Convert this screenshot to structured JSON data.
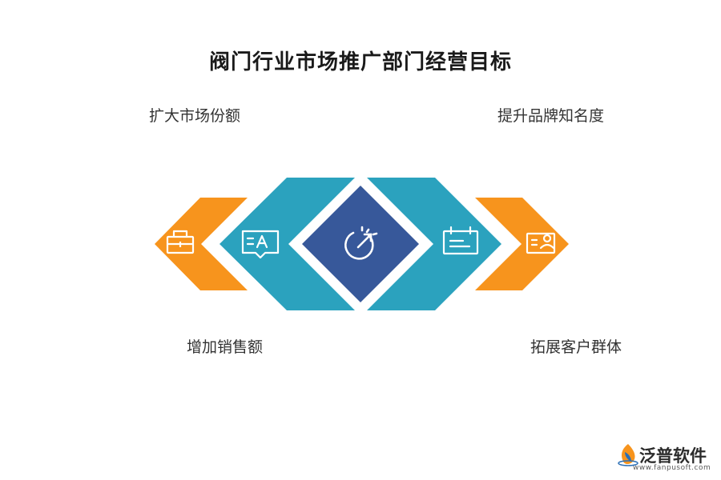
{
  "title": "阀门行业市场推广部门经营目标",
  "goals": {
    "top_left": "扩大市场份额",
    "top_right": "提升品牌知名度",
    "bottom_left": "增加销售额",
    "bottom_right": "拓展客户群体"
  },
  "icons": {
    "far_left": "briefcase-icon",
    "left": "message-text-icon",
    "center": "target-arrow-icon",
    "right": "calendar-icon",
    "far_right": "user-profile-icon"
  },
  "colors": {
    "orange": "#F7941D",
    "teal": "#2BA2BE",
    "navy": "#37589A",
    "white": "#FFFFFF"
  },
  "footer": {
    "logo_text": "泛普软件",
    "logo_url": "www.fanpusoft.com"
  }
}
